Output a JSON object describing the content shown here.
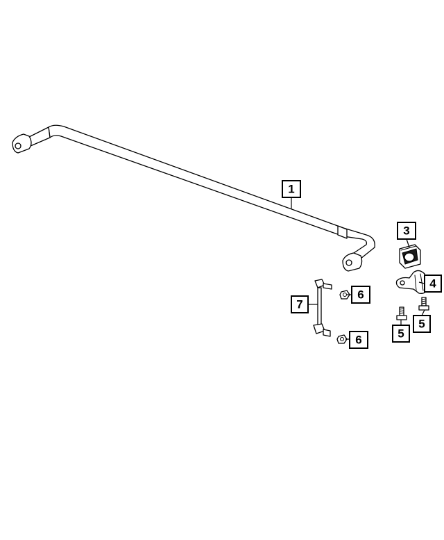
{
  "callouts": [
    {
      "id": "c1",
      "label": "1"
    },
    {
      "id": "c3",
      "label": "3"
    },
    {
      "id": "c4",
      "label": "4"
    },
    {
      "id": "c5a",
      "label": "5"
    },
    {
      "id": "c5b",
      "label": "5"
    },
    {
      "id": "c6a",
      "label": "6"
    },
    {
      "id": "c6b",
      "label": "6"
    },
    {
      "id": "c7",
      "label": "7"
    }
  ]
}
